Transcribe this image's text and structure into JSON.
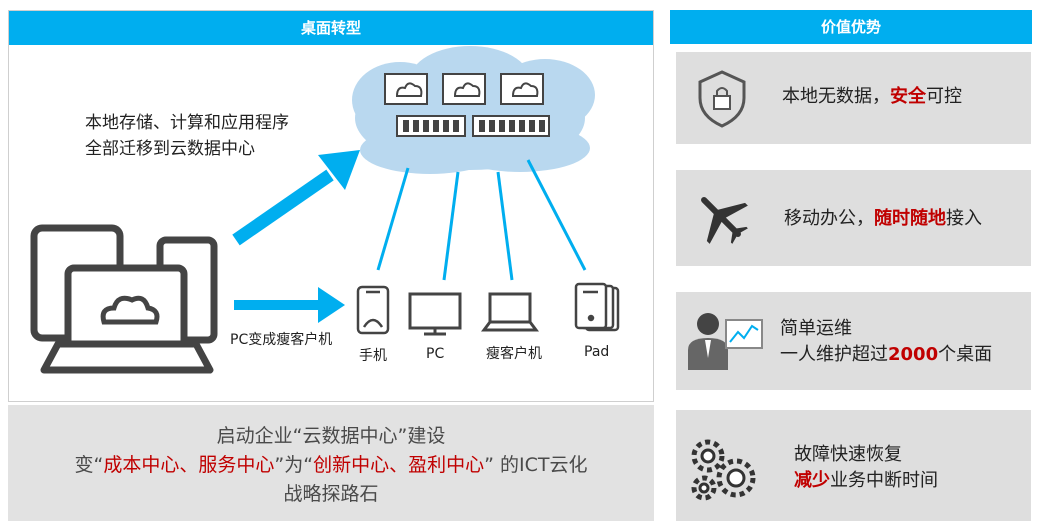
{
  "left": {
    "header": "桌面转型",
    "migrate_text_line1": "本地存储、计算和应用程序",
    "migrate_text_line2": "全部迁移到云数据中心",
    "thin_client_label": "PC变成瘦客户机",
    "devices": [
      "手机",
      "PC",
      "瘦客户机",
      "Pad"
    ]
  },
  "bottom": {
    "line1": "启动企业“云数据中心”建设",
    "line2_prefix": "变“",
    "line2_red1": "成本中心、服务中心",
    "line2_mid": "”为“",
    "line2_red2": "创新中心、盈利中心",
    "line2_suffix": "” 的ICT云化",
    "line3": "战略探路石"
  },
  "right": {
    "header": "价值优势",
    "cards": [
      {
        "icon": "shield-lock-icon",
        "text_pre": "本地无数据，",
        "text_red": "安全",
        "text_post": "可控"
      },
      {
        "icon": "airplane-icon",
        "text_pre": "移动办公，",
        "text_red": "随时随地",
        "text_post": "接入"
      },
      {
        "icon": "admin-monitor-icon",
        "line1": "简单运维",
        "line2_pre": "一人维护超过",
        "line2_red": "2000",
        "line2_post": "个桌面"
      },
      {
        "icon": "gears-icon",
        "line1": "故障快速恢复",
        "line2_red": "减少",
        "line2_post": "业务中断时间"
      }
    ]
  },
  "colors": {
    "accent": "#00aeef",
    "highlight": "#c00000",
    "panel_gray": "#dedede",
    "icon_gray": "#555555"
  }
}
